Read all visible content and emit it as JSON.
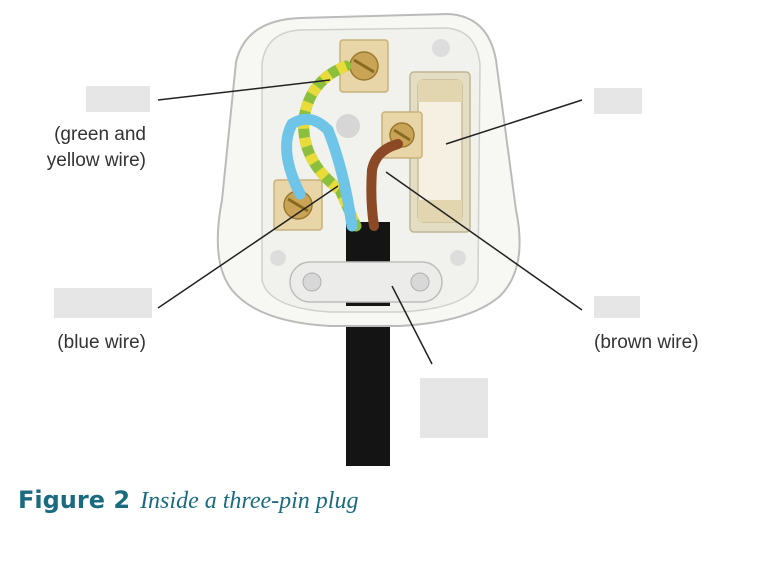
{
  "labels": {
    "earth": "(green and yellow wire)",
    "earth_line1": "(green and",
    "earth_line2": "yellow wire)",
    "neutral": "(blue wire)",
    "live": "(brown wire)"
  },
  "caption": {
    "number": "Figure 2",
    "text": "Inside a three-pin plug"
  },
  "colors": {
    "casing": "#f7f7f4",
    "outline": "#bbbbbb",
    "brass": "#e8d6a8",
    "screw": "#c9a456",
    "blue_wire": "#6fc5e8",
    "brown_wire": "#8b4a25",
    "earth_green": "#8dbf3f",
    "earth_yellow": "#e8dc3a",
    "cable": "#141414",
    "caption": "#1b6b80"
  },
  "icons": [
    "plug-casing",
    "fuse-icon",
    "screw-terminal",
    "cable-grip"
  ]
}
